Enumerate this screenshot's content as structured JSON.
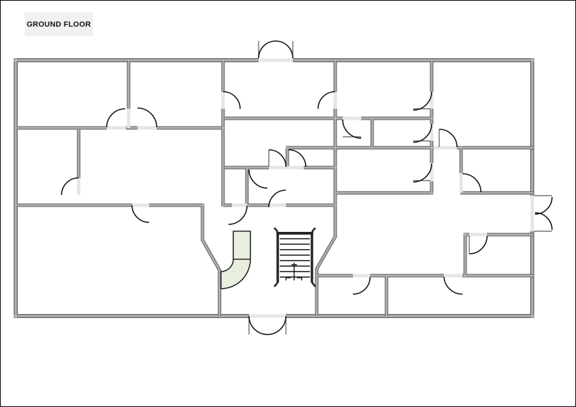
{
  "floor_plan": {
    "label": "GROUND FLOOR",
    "entrances": [
      "top double door",
      "bottom double door",
      "right double door"
    ],
    "staircase": {
      "treads": 8,
      "up_arrow": true
    },
    "ramp": {
      "shape": "quarter-turn",
      "fill": "light green"
    },
    "single_door_swings": 20,
    "double_entrance_doors": 3
  },
  "colors": {
    "page_bg": "#ffffff",
    "border": "#000000",
    "label_bg": "#f1f1f1",
    "wall_gray": "#b2b2b2",
    "wall_edge": "#6e6e6e",
    "threshold": "#e6e6e6",
    "door_black": "#111111",
    "ramp_fill": "#e8efdf",
    "ramp_stroke": "#222222"
  }
}
